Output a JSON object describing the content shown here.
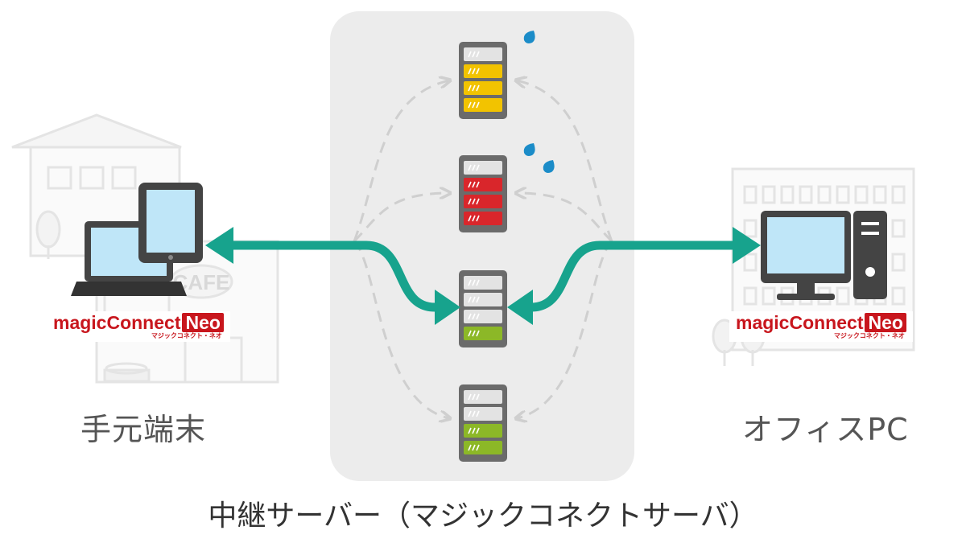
{
  "labels": {
    "left_device": "手元端末",
    "right_device": "オフィスPC",
    "relay_caption": "中継サーバー（マジックコネクトサーバ）"
  },
  "logo": {
    "name": "magicConnect",
    "suffix": "Neo",
    "kana": "マジックコネクト・ネオ"
  },
  "building_sign": "CAFE",
  "colors": {
    "accent_teal": "#17a38d",
    "brand_red": "#c8161d",
    "server_yellow": "#f2c300",
    "server_red": "#d9262b",
    "server_green": "#8cb827",
    "panel_bg": "#ececec",
    "water_blue": "#1b8cc8"
  },
  "servers": [
    {
      "status": "warning",
      "color": "#f2c300"
    },
    {
      "status": "error",
      "color": "#d9262b"
    },
    {
      "status": "active",
      "color": "#8cb827"
    },
    {
      "status": "ok",
      "color": "#8cb827"
    }
  ],
  "icons": {
    "left": [
      "laptop-icon",
      "tablet-icon",
      "cafe-building-icon"
    ],
    "right": [
      "desktop-pc-icon",
      "office-building-icon"
    ],
    "center": [
      "server-icon",
      "water-drop-icon"
    ]
  }
}
